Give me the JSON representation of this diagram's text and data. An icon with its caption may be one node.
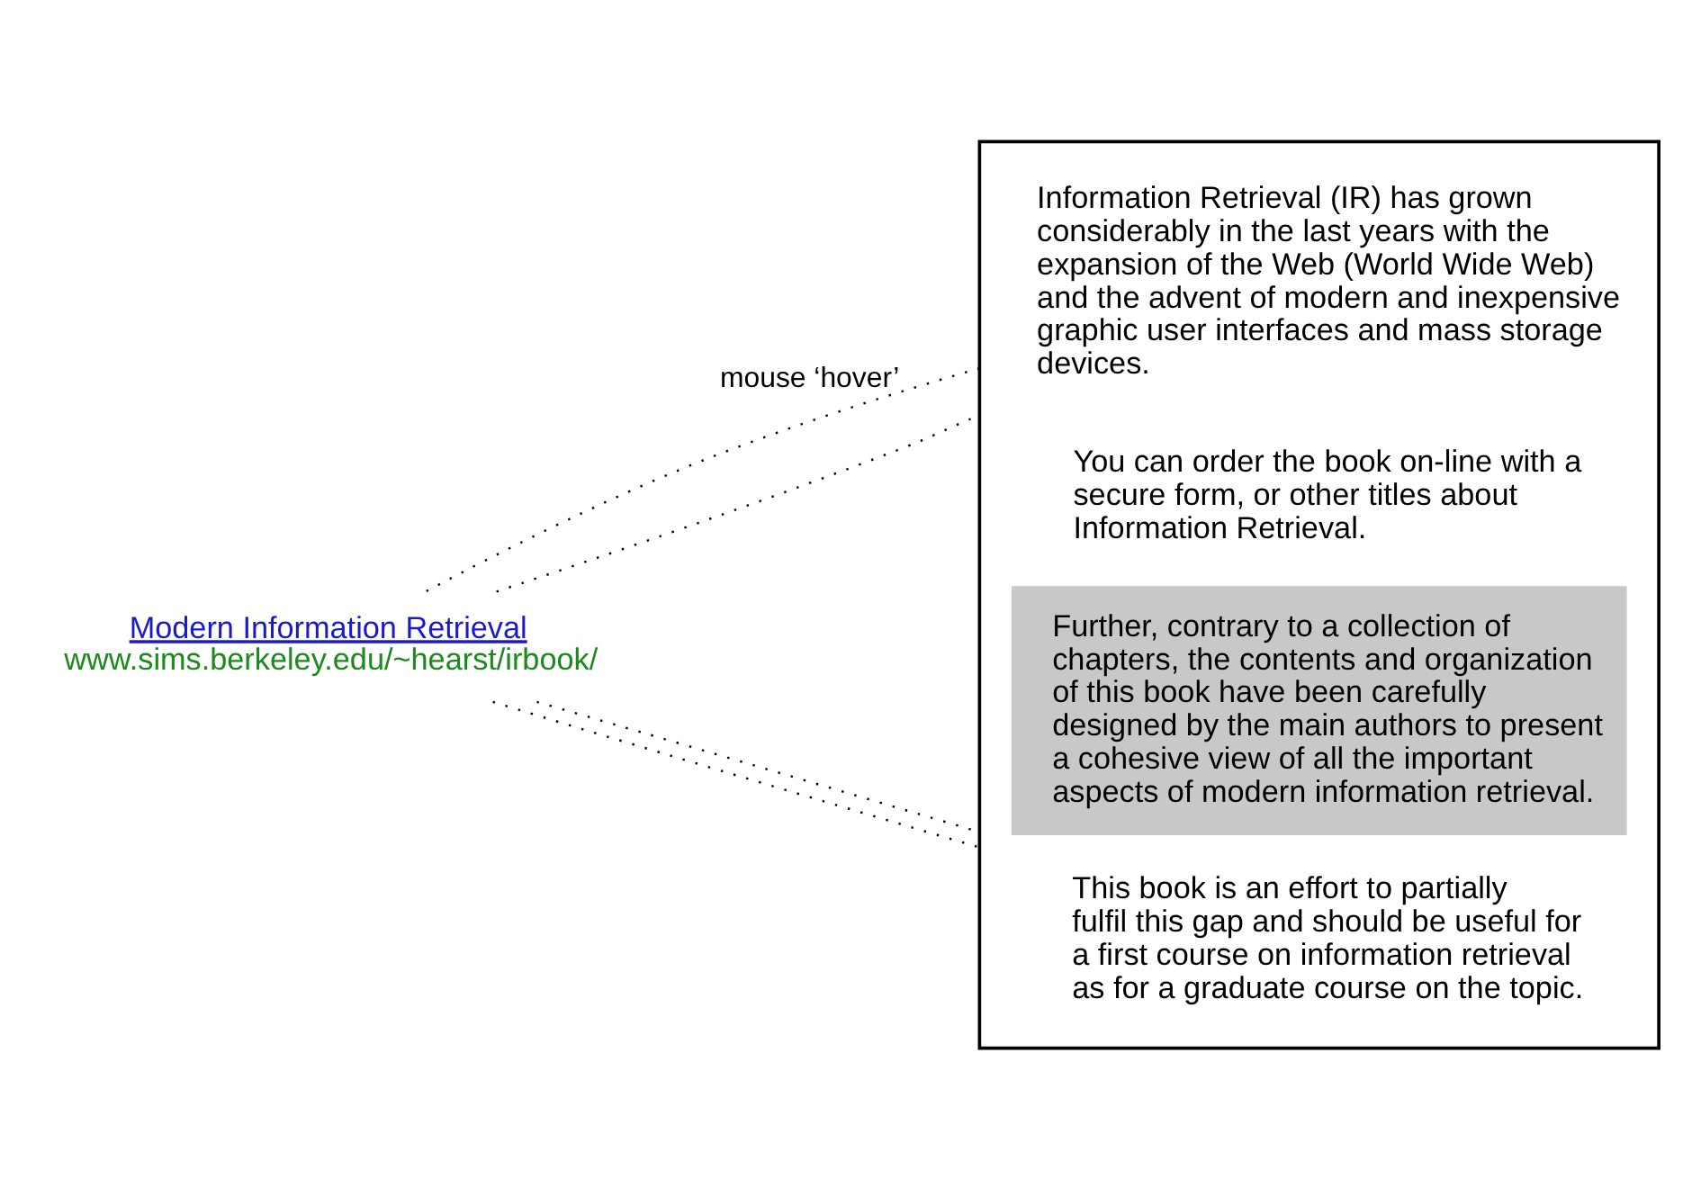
{
  "diagram": {
    "nodes": [
      {
        "text": [
          "Modern Information Retrieval",
          "www.sims.berkeley.edu/~hearst/irbook/"
        ]
      },
      {
        "text": [],
        "shape": "box"
      },
      {
        "text": [
          "Information Retrieval (IR) has grown considerably in the last years with the expansion of the Web (World Wide Web) and the advent of modern and inexpensive graphic user interfaces and mass storage devices."
        ],
        "in": 1
      },
      {
        "text": [
          "You can order the book on-line with a secure form, or other titles about Information Retrieval."
        ],
        "in": 1
      },
      {
        "text": [
          "Further, contrary to a collection of chapters, the contents and organization of this book have been carefully designed by the main authors to present a cohesive view of all the important aspects of modern information retrieval."
        ],
        "in": 1
      },
      {
        "text": [
          "This book is an effort to partially fulfil this gap and should be useful for a first course on information retrieval as for a graduate course on the topic."
        ],
        "in": 1
      }
    ],
    "edges": [
      {
        "from": 0,
        "to": 1,
        "arrow": "none",
        "style": "dashed",
        "label": "mouse ‘hover’"
      },
      {
        "from": 0,
        "to": 1,
        "arrow": "none",
        "style": "dashed"
      },
      {
        "from": 0,
        "to": 1,
        "arrow": "none",
        "style": "dashed"
      },
      {
        "from": 0,
        "to": 1,
        "arrow": "none",
        "style": "dashed"
      }
    ]
  }
}
